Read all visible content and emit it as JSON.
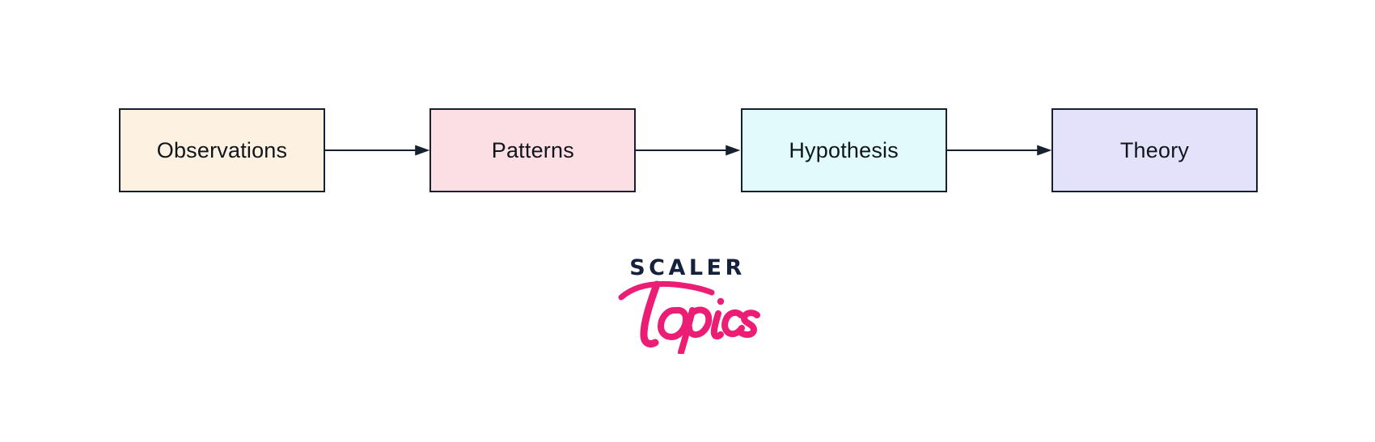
{
  "diagram": {
    "type": "flowchart",
    "orientation": "horizontal",
    "background_color": "#ffffff",
    "border_color": "#16212f",
    "text_color": "#10161c",
    "nodes": [
      {
        "id": "observations",
        "label": "Observations",
        "fill_color": "#fdf1e1"
      },
      {
        "id": "patterns",
        "label": "Patterns",
        "fill_color": "#fcdfe4"
      },
      {
        "id": "hypothesis",
        "label": "Hypothesis",
        "fill_color": "#e2fafb"
      },
      {
        "id": "theory",
        "label": "Theory",
        "fill_color": "#e4e2fa"
      }
    ],
    "connectors": [
      {
        "from": "observations",
        "to": "patterns",
        "style": "arrow"
      },
      {
        "from": "patterns",
        "to": "hypothesis",
        "style": "arrow"
      },
      {
        "from": "hypothesis",
        "to": "theory",
        "style": "arrow"
      }
    ]
  },
  "logo": {
    "wordmark": "SCALER",
    "script": "Topics",
    "wordmark_color": "#16213c",
    "script_color": "#ec1d74"
  }
}
